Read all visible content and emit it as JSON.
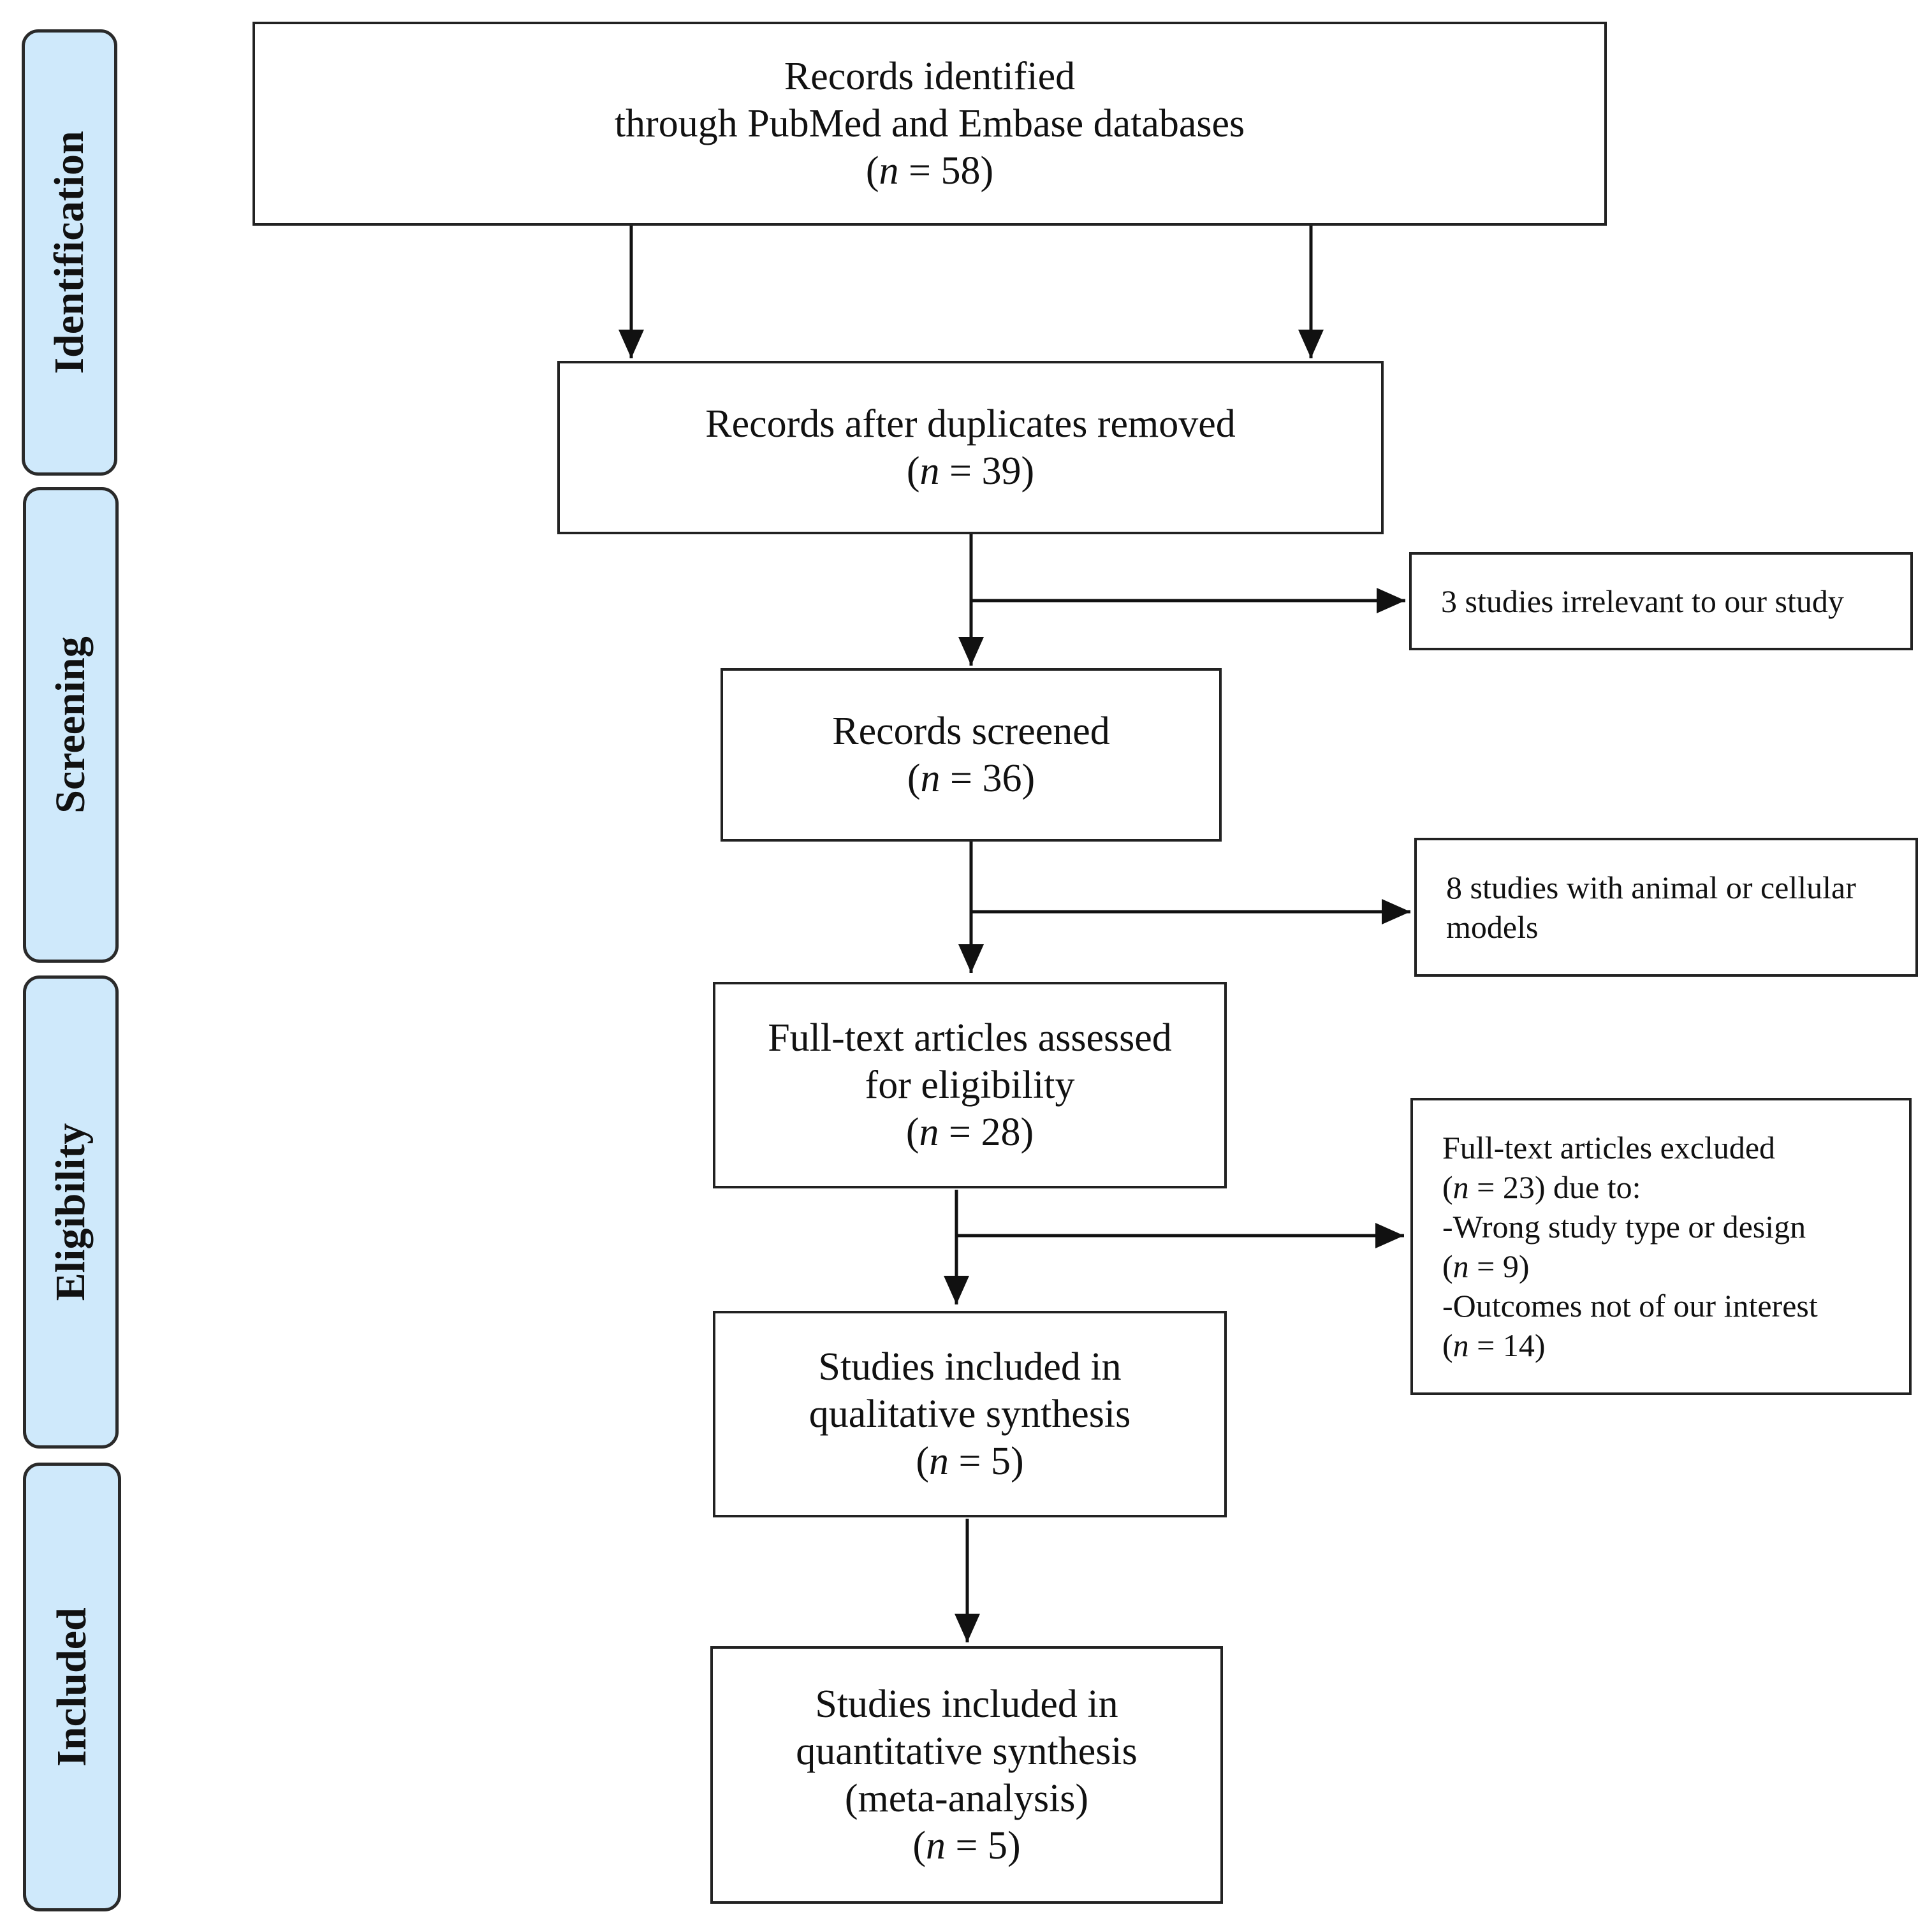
{
  "stages": {
    "identification": "Identification",
    "screening": "Screening",
    "eligibility": "Eligibility",
    "included": "Included"
  },
  "boxes": {
    "identified": {
      "line1": "Records identified",
      "line2": "through PubMed and Embase databases",
      "n_prefix": "(",
      "n_var": "n",
      "n_suffix": " = 58)"
    },
    "deduplicated": {
      "line1": "Records after duplicates removed",
      "n_prefix": "(",
      "n_var": "n",
      "n_suffix": " = 39)"
    },
    "screened": {
      "line1": "Records screened",
      "n_prefix": "(",
      "n_var": "n",
      "n_suffix": " = 36)"
    },
    "fulltext": {
      "line1": "Full-text articles assessed",
      "line2": "for eligibility",
      "n_prefix": "(",
      "n_var": "n",
      "n_suffix": " = 28)"
    },
    "qualitative": {
      "line1": "Studies included in",
      "line2": "qualitative synthesis",
      "n_prefix": "(",
      "n_var": "n",
      "n_suffix": " = 5)"
    },
    "quantitative": {
      "line1": "Studies included in",
      "line2": "quantitative synthesis",
      "line3": "(meta-analysis)",
      "n_prefix": "(",
      "n_var": "n",
      "n_suffix": " = 5)"
    }
  },
  "exclusions": {
    "irrelevant": {
      "line1": "3 studies irrelevant to our study"
    },
    "models": {
      "line1": "8 studies with animal or cellular",
      "line2": "models"
    },
    "fulltext_excluded": {
      "line1": "Full-text articles excluded",
      "line2_var": "n",
      "line2_rest": " = 23) due to:",
      "line3": "-Wrong study type or design",
      "line4_var": "n",
      "line4_rest": " = 9)",
      "line5": "-Outcomes not of our interest",
      "line6_var": "n",
      "line6_rest": " = 14)",
      "open_paren": "("
    }
  }
}
